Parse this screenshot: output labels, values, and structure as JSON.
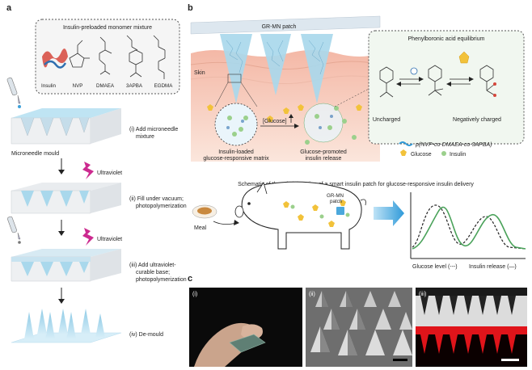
{
  "panel_a": {
    "label": "a",
    "mixture_title": "Insulin-preloaded monomer mixture",
    "monomers": [
      "Insulin",
      "NVP",
      "DMAEA",
      "3APBA",
      "EGDMA"
    ],
    "mould_label": "Microneedle mould",
    "steps": [
      "(i) Add microneedle",
      "mixture",
      "(ii) Fill under vacuum;",
      "photopolymerization",
      "(iii) Add ultraviolet-",
      "curable base;",
      "photopolymerization",
      "(iv) De-mould"
    ],
    "uv_label_1": "Ultraviolet",
    "uv_label_2": "Ultraviolet"
  },
  "panel_b": {
    "label": "b",
    "patch_label": "GR-MN patch",
    "skin_label": "Skin",
    "glucose_arrow": "[Glucose]",
    "matrix_caption_1": "Insulin-loaded",
    "matrix_caption_2": "glucose-responsive matrix",
    "release_caption_1": "Glucose-promoted",
    "release_caption_2": "insulin release",
    "equilibrium_title": "Phenylboronic acid equilibrium",
    "uncharged": "Uncharged",
    "negatively_charged": "Negatively charged",
    "legend_polymer": "p(NVP-co-DMAEA-co-3APBA)",
    "legend_glucose": "Glucose",
    "legend_insulin": "Insulin",
    "schematic_title": "Schematic of the administration of a smart insulin patch for glucose-responsive insulin delivery",
    "meal_label": "Meal",
    "pig_patch_label_1": "GR-MN",
    "pig_patch_label_2": "patch",
    "graph_label_glucose": "Glucose level (---)",
    "graph_label_insulin": "Insulin release (—)"
  },
  "panel_c": {
    "label": "c",
    "sub_labels": [
      "(i)",
      "(ii)",
      "(iii)"
    ]
  },
  "colors": {
    "microneedle_blue": "#a9d8ec",
    "skin_pink": "#f6cdbf",
    "glucose_yellow": "#f2c23a",
    "insulin_green": "#9bd08c",
    "uv_magenta": "#cc2a8f",
    "release_green": "#4aa25a",
    "fluorescent_red": "#e0141a"
  }
}
